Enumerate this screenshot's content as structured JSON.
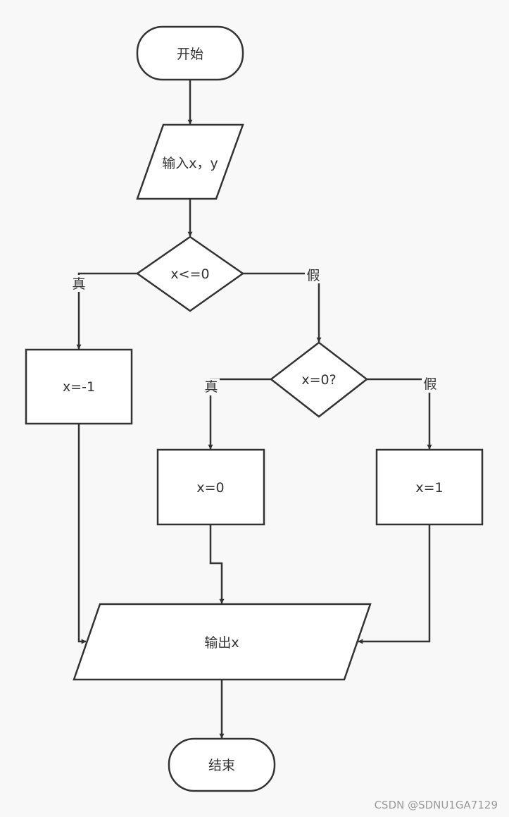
{
  "nodes": {
    "start": "开始",
    "input": "输入x，y",
    "decision1": "x<=0",
    "assign_neg": "x=-1",
    "decision2": "x=0?",
    "assign_zero": "x=0",
    "assign_one": "x=1",
    "output": "输出x",
    "end": "结束"
  },
  "edge_labels": {
    "d1_true": "真",
    "d1_false": "假",
    "d2_true": "真",
    "d2_false": "假"
  },
  "watermark": "CSDN @SDNU1GA7129",
  "colors": {
    "background": "#f8f8f8",
    "stroke": "#333333",
    "fill": "#ffffff"
  }
}
